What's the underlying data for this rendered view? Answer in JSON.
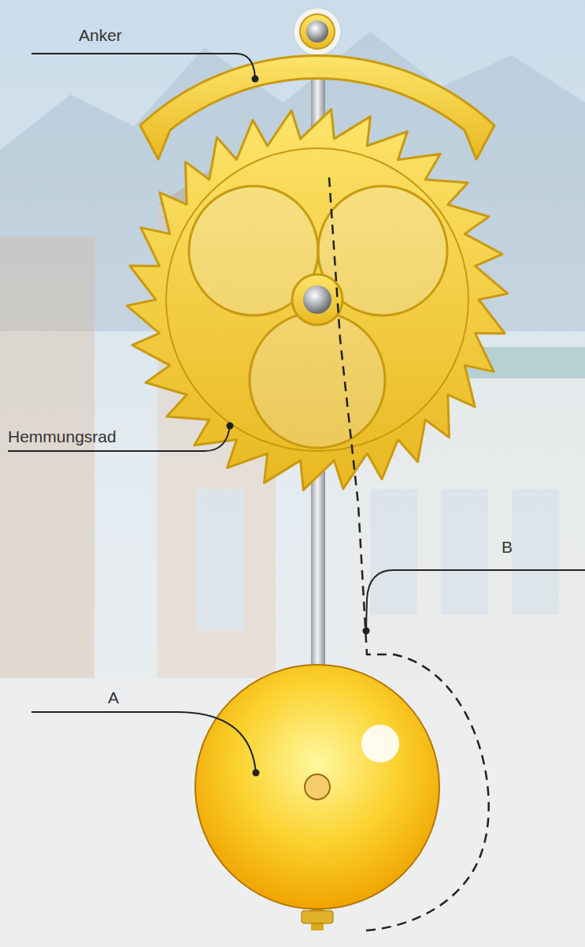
{
  "diagram": {
    "labels": [
      "Anker",
      "Hemmungsrad",
      "A",
      "B"
    ]
  }
}
